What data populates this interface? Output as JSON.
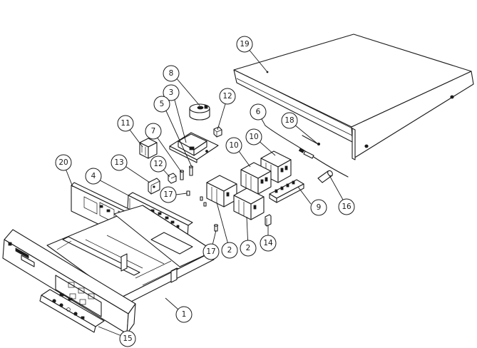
{
  "callouts": [
    {
      "id": "c19",
      "label": "19"
    },
    {
      "id": "c8",
      "label": "8"
    },
    {
      "id": "c3",
      "label": "3"
    },
    {
      "id": "c12a",
      "label": "12"
    },
    {
      "id": "c5",
      "label": "5"
    },
    {
      "id": "c6",
      "label": "6"
    },
    {
      "id": "c18",
      "label": "18"
    },
    {
      "id": "c11",
      "label": "11"
    },
    {
      "id": "c7",
      "label": "7"
    },
    {
      "id": "c10a",
      "label": "10"
    },
    {
      "id": "c10b",
      "label": "10"
    },
    {
      "id": "c20",
      "label": "20"
    },
    {
      "id": "c13",
      "label": "13"
    },
    {
      "id": "c12b",
      "label": "12"
    },
    {
      "id": "c4",
      "label": "4"
    },
    {
      "id": "c17a",
      "label": "17"
    },
    {
      "id": "c9",
      "label": "9"
    },
    {
      "id": "c16",
      "label": "16"
    },
    {
      "id": "c14",
      "label": "14"
    },
    {
      "id": "c2a",
      "label": "2"
    },
    {
      "id": "c2b",
      "label": "2"
    },
    {
      "id": "c17b",
      "label": "17"
    },
    {
      "id": "c1",
      "label": "1"
    },
    {
      "id": "c15",
      "label": "15"
    }
  ]
}
